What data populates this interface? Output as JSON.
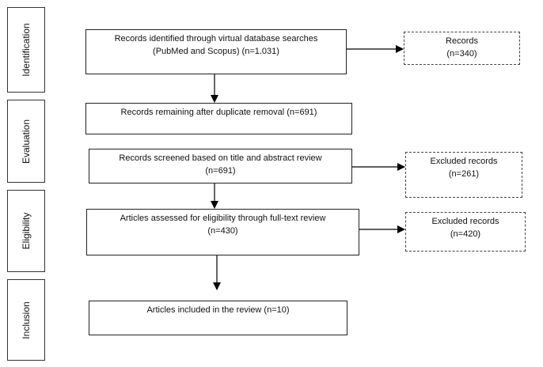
{
  "stages": [
    "Identification",
    "Evaluation",
    "Eligibility",
    "Inclusion"
  ],
  "boxes": {
    "identified": [
      "Records identified through virtual database searches",
      "(PubMed and Scopus) (n=1.031)"
    ],
    "records_side": [
      "Records",
      "(n=340)"
    ],
    "remaining": [
      "Records remaining after duplicate removal (n=691)"
    ],
    "screened": [
      "Records screened based on title and abstract review",
      "(n=691)"
    ],
    "excluded_1": [
      "Excluded records",
      "(n=261)"
    ],
    "assessed": [
      "Articles assessed for eligibility through full-text review",
      "(n=430)"
    ],
    "excluded_2": [
      "Excluded records",
      "(n=420)"
    ],
    "included": [
      "Articles included in the review (n=10)"
    ]
  }
}
